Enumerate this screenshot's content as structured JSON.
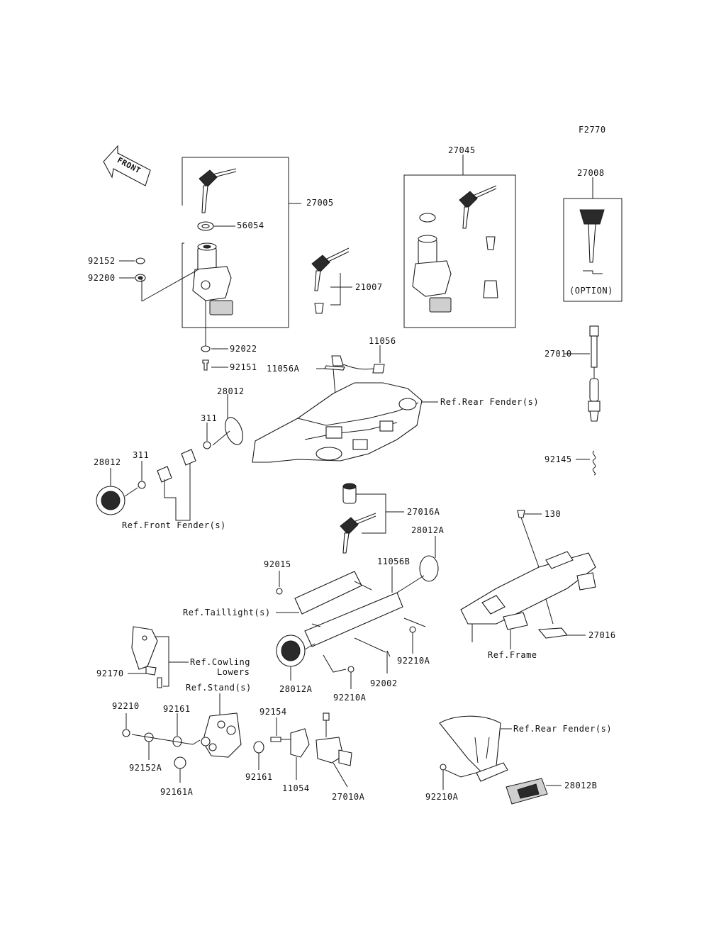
{
  "figure_code": "F2770",
  "front_arrow": "FRONT",
  "parts": {
    "p27005": "27005",
    "p56054": "56054",
    "p92152": "92152",
    "p92200": "92200",
    "p92022": "92022",
    "p92151": "92151",
    "p21007": "21007",
    "p27045": "27045",
    "p27008": "27008",
    "option": "(OPTION)",
    "p11056": "11056",
    "p11056A": "11056A",
    "p27010": "27010",
    "p92145": "92145",
    "p28012_top": "28012",
    "p311_top": "311",
    "p28012_left": "28012",
    "p311_left": "311",
    "p27016A": "27016A",
    "p130": "130",
    "p28012A_top": "28012A",
    "p92015": "92015",
    "p11056B": "11056B",
    "p27016": "27016",
    "p92170": "92170",
    "p92210A_right": "92210A",
    "p92002": "92002",
    "p28012A_bottom": "28012A",
    "p92210A_mid": "92210A",
    "p92210": "92210",
    "p92161_top": "92161",
    "p92154": "92154",
    "p92152A": "92152A",
    "p92161A": "92161A",
    "p92161_mid": "92161",
    "p11054": "11054",
    "p27010A": "27010A",
    "p92210A_bottom": "92210A",
    "p28012B": "28012B"
  },
  "references": {
    "rear_fender_top": "Ref.Rear Fender(s)",
    "front_fender": "Ref.Front Fender(s)",
    "taillight": "Ref.Taillight(s)",
    "cowling_line1": "Ref.Cowling",
    "cowling_line2": "Lowers",
    "stand": "Ref.Stand(s)",
    "frame": "Ref.Frame",
    "rear_fender_bottom": "Ref.Rear Fender(s)"
  }
}
